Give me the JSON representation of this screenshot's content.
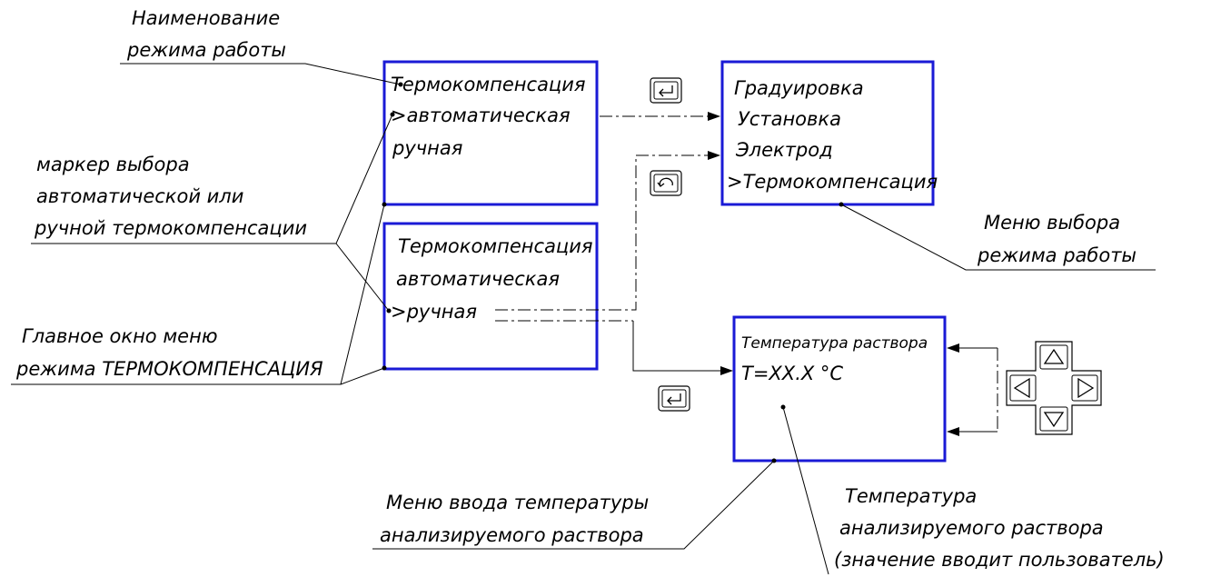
{
  "screens": {
    "mode_name": {
      "lines": [
        "Термокомпенсация",
        ">автоматическая",
        "ручная"
      ]
    },
    "manual_selected": {
      "lines": [
        "Термокомпенсация",
        "автоматическая",
        ">ручная"
      ]
    },
    "mode_menu": {
      "lines": [
        "Градуировка",
        "Установка",
        "Электрод",
        ">Термокомпенсация"
      ]
    },
    "temp_input": {
      "lines": [
        "Температура раствора",
        "T=XX.X °C"
      ]
    }
  },
  "callouts": {
    "mode_title": [
      "Наименование",
      "режима работы"
    ],
    "marker": [
      "маркер выбора",
      "автоматической или",
      "ручной термокомпенсации"
    ],
    "main_window": [
      "Главное окно меню",
      "режима ТЕРМОКОМПЕНСАЦИЯ"
    ],
    "mode_menu": [
      "Меню выбора",
      "режима работы"
    ],
    "temp_menu": [
      "Меню ввода температуры",
      "анализируемого раствора"
    ],
    "temp_value": [
      "Температура",
      "анализируемого раствора",
      "(значение вводит пользователь)"
    ]
  },
  "keys": {
    "enter_icon": "enter-key-icon",
    "back_icon": "back-key-icon",
    "dpad_icon": "arrow-keypad-icon"
  },
  "colors": {
    "screen_border": "#1a1ad6",
    "lines": "#000000"
  }
}
